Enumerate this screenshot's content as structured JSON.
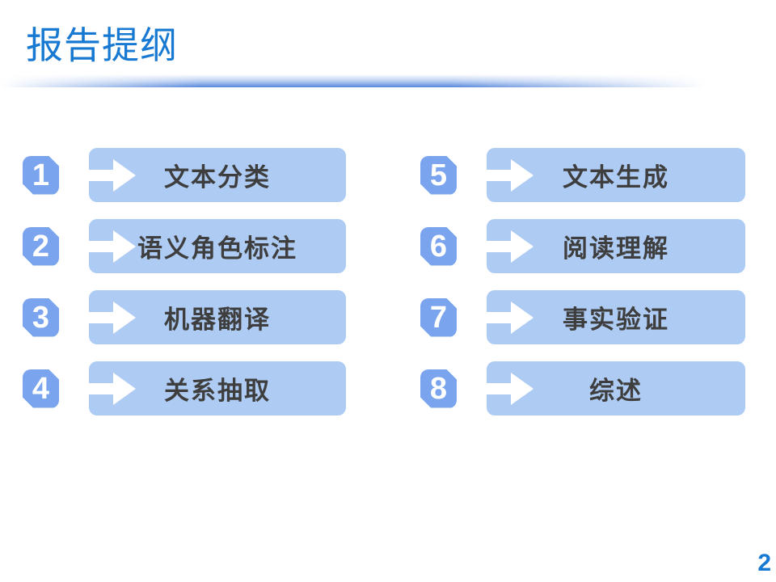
{
  "title": "报告提纲",
  "page_number": "2",
  "outline": {
    "left_column": [
      {
        "number": "1",
        "label": "文本分类"
      },
      {
        "number": "2",
        "label": "语义角色标注"
      },
      {
        "number": "3",
        "label": "机器翻译"
      },
      {
        "number": "4",
        "label": "关系抽取"
      }
    ],
    "right_column": [
      {
        "number": "5",
        "label": "文本生成"
      },
      {
        "number": "6",
        "label": "阅读理解"
      },
      {
        "number": "7",
        "label": "事实验证"
      },
      {
        "number": "8",
        "label": "综述"
      }
    ]
  },
  "icons": {
    "arrow": "arrow-right-icon"
  },
  "colors": {
    "title_blue": "#1779D1",
    "divider_blue": "#4A7FD8",
    "bar_fill": "#AECBF3",
    "badge_fill": "#7BA4EE",
    "label_text": "#3E3E3E",
    "arrow_white": "#FFFFFF"
  }
}
